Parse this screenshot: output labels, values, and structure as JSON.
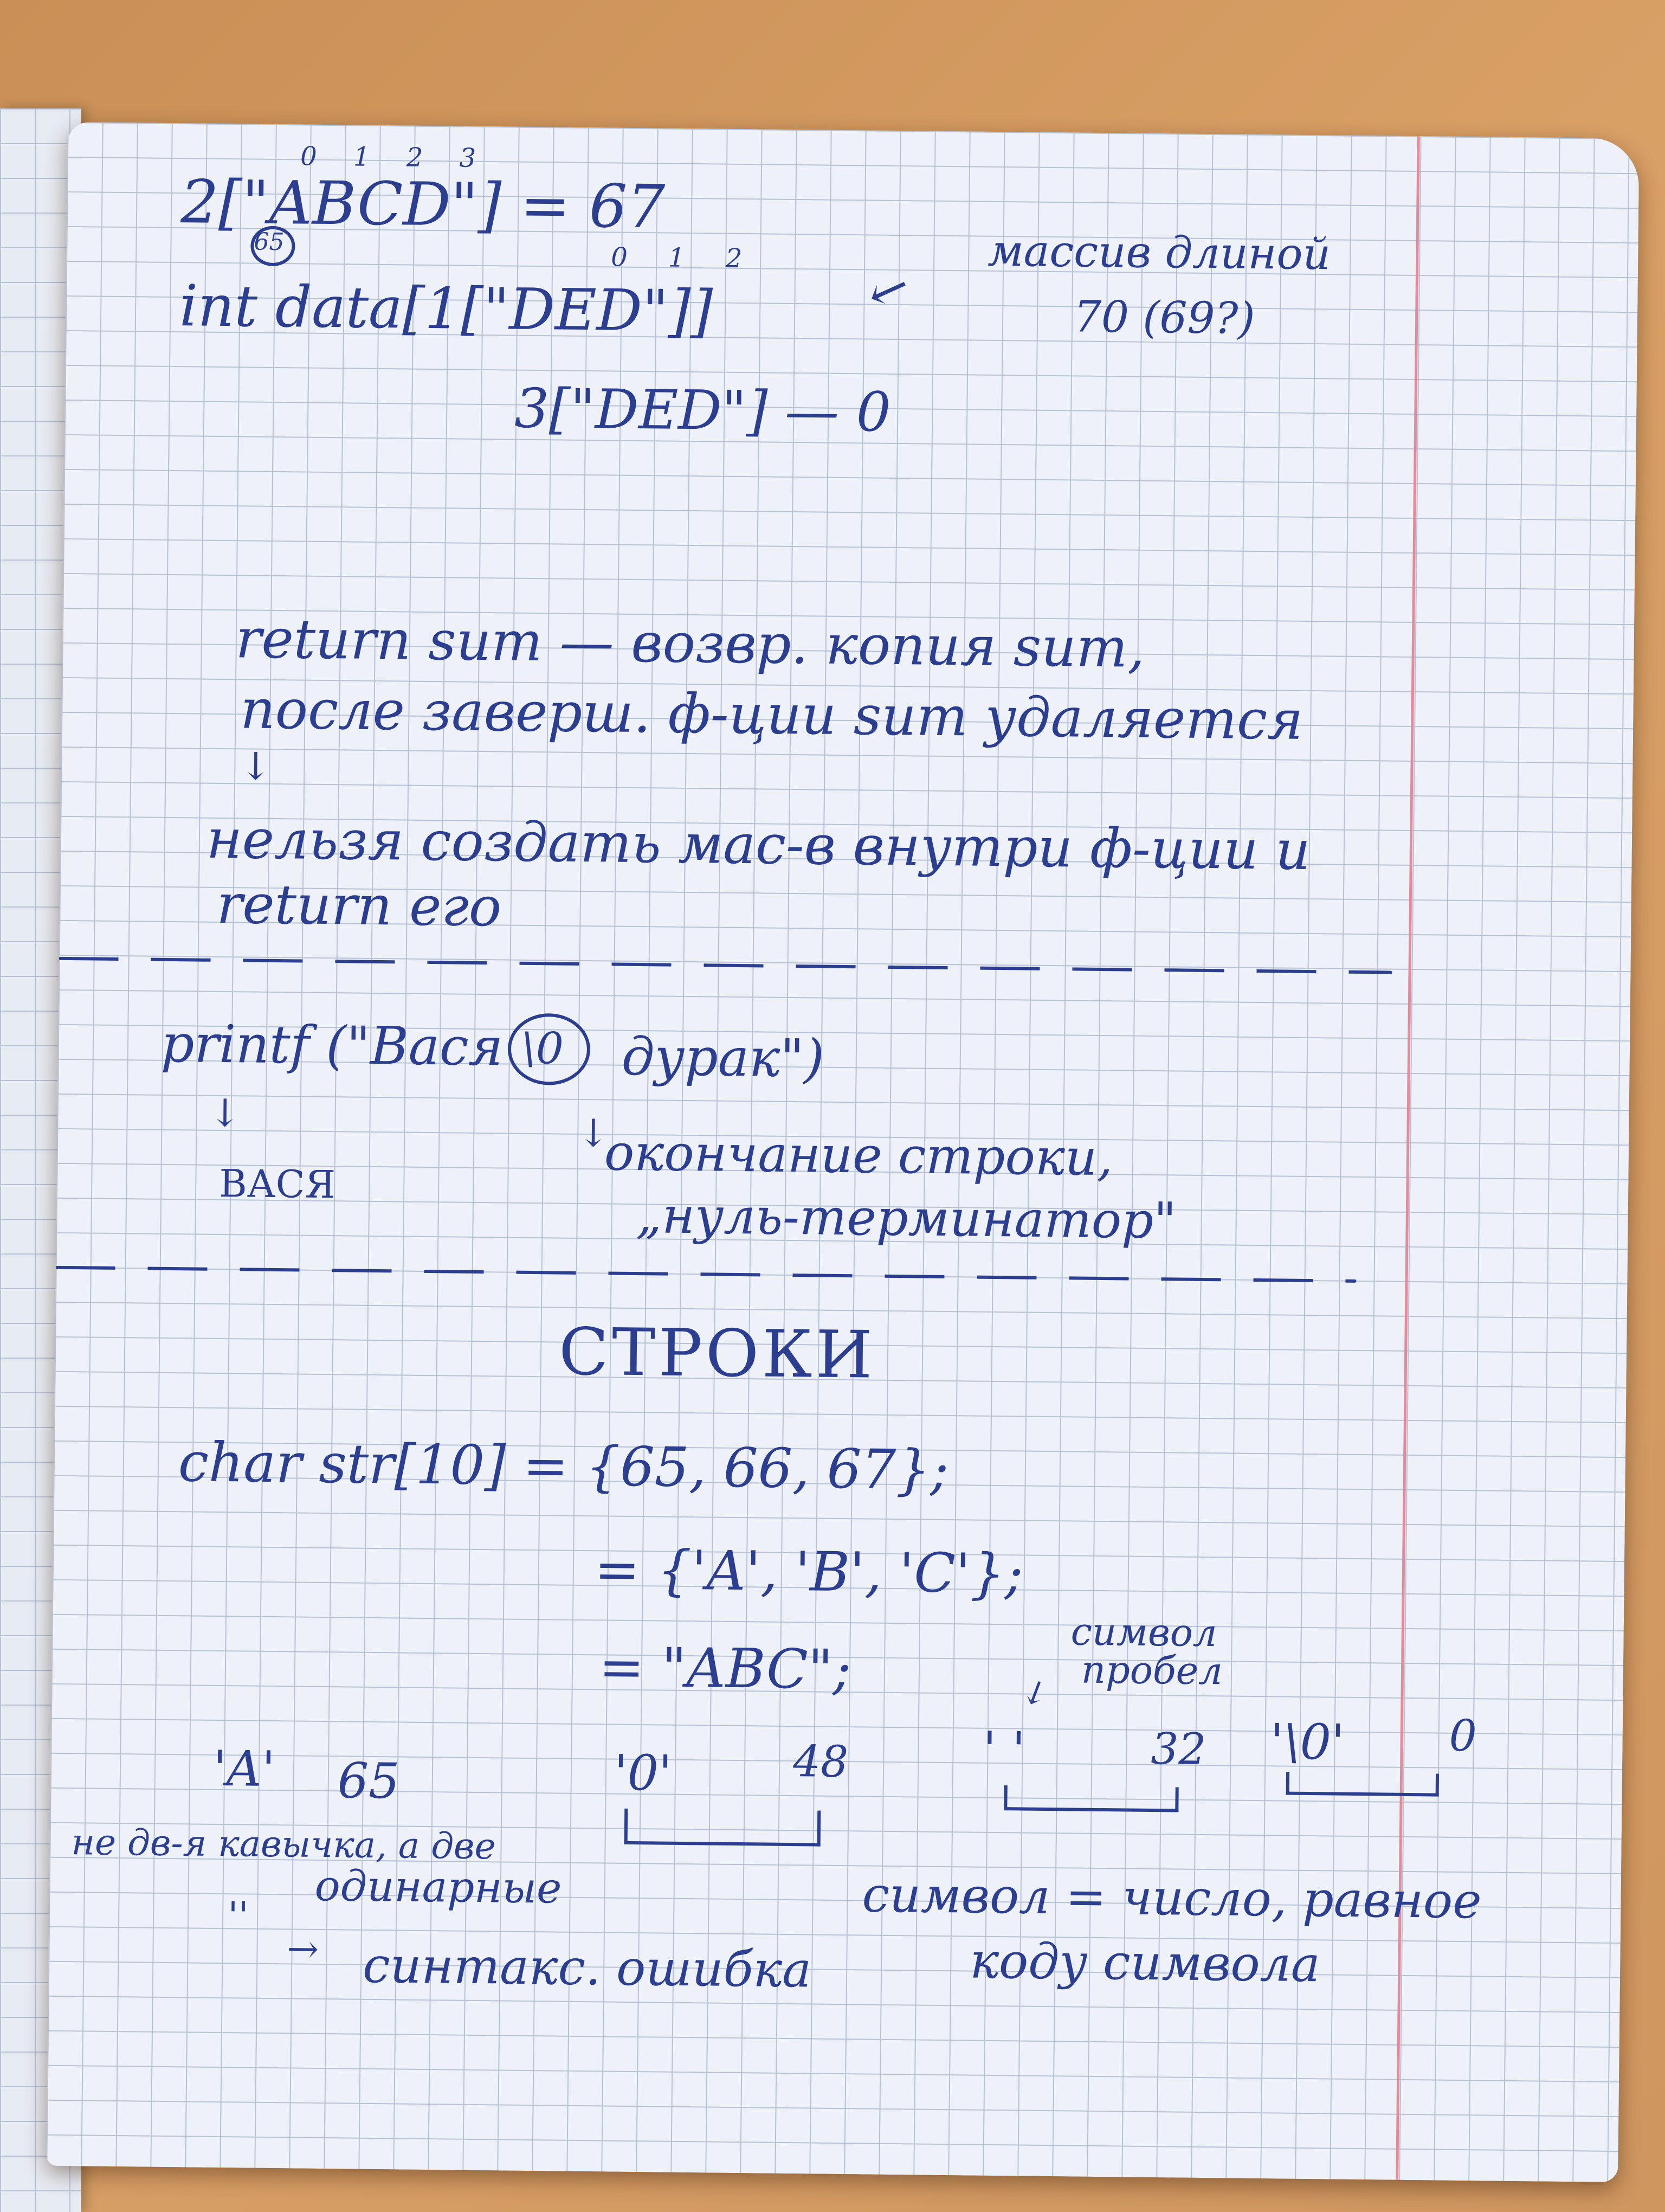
{
  "notes": {
    "l1_main": "2[\"ABCD\"] = 67",
    "l1_indices": "0 1 2 3",
    "l1_circled": "65",
    "l2_code": "int data[1[\"DED\"]]",
    "l2_indices": "0 1 2",
    "l2_note_a": "массив длиной",
    "l2_note_b": "70 (69?)",
    "l3_code": "3[\"DED\"] — 0",
    "l4_a": "return sum — возвр. копия sum,",
    "l4_b": "после заверш. ф-ции sum удаляется",
    "l5_a": "нельзя создать мас-в внутри ф-ции и",
    "l5_b": "return его",
    "l6_code_a": "printf (\"Вася",
    "l6_circled": "\\0",
    "l6_code_b": "дурак\")",
    "l6_out": "ВАСЯ",
    "l6_note_a": "окончание строки,",
    "l6_note_b": "„нуль-терминатор\"",
    "heading": "СТРОКИ",
    "s1": "char str[10] = {65, 66, 67};",
    "s2": "= {'A', 'B', 'C'};",
    "s3": "= \"ABC\";",
    "space_note_a": "символ",
    "space_note_b": "пробел",
    "pair1_a": "'A'",
    "pair1_b": "65",
    "pair2_a": "'0'",
    "pair2_b": "48",
    "pair3_a": "' '",
    "pair3_b": "32",
    "pair4_a": "'\\0'",
    "pair4_b": "0",
    "quote_note_a": "не дв-я кавычка, а две",
    "quote_note_b": "одинарные",
    "quote_mark": "''",
    "syntax_err": "синтакс. ошибка",
    "sym_a": "символ = число, равное",
    "sym_b": "коду символа"
  },
  "colors": {
    "ink": "#2c3e8f",
    "paper": "#eef1f7",
    "grid": "#b7c2d6",
    "margin": "#e58a9b",
    "desk": "#d9a066"
  }
}
